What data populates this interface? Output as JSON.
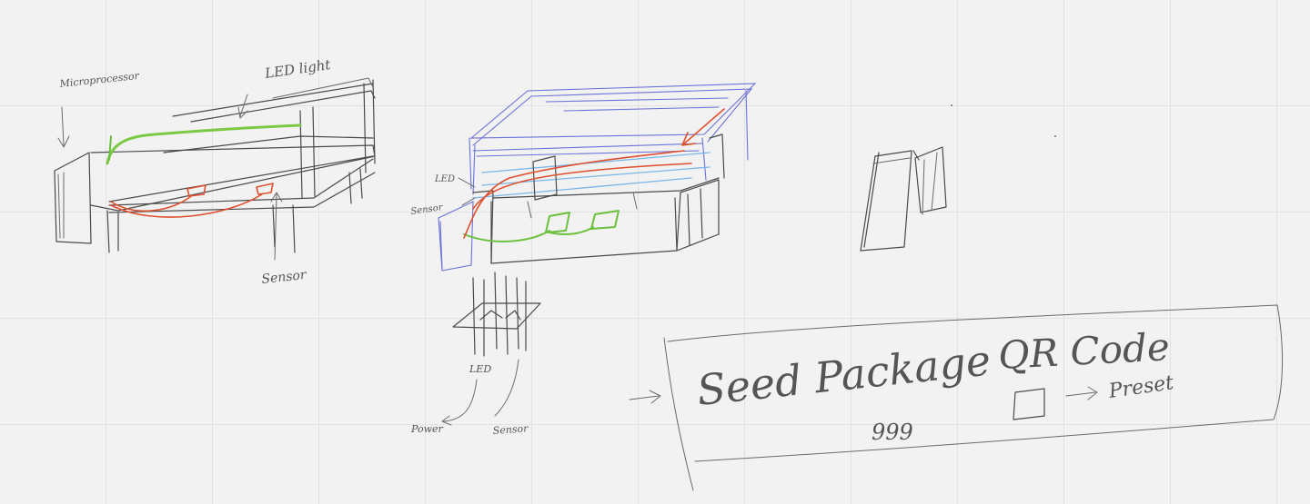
{
  "labels": {
    "microprocessor": "Microprocessor",
    "led_light": "LED light",
    "sensor_left": "Sensor",
    "led_mid": "LED",
    "sensor_mid": "Sensor",
    "led_bottom": "LED",
    "power": "Power",
    "sensor_bottom": "Sensor",
    "seed_package": "Seed Package",
    "qr_code": "QR Code",
    "count": "999",
    "preset": "Preset"
  },
  "colors": {
    "background": "#f2f2f2",
    "grid": "#e2e2e2",
    "pencil": "#4a4a4a",
    "red_wire": "#e0502e",
    "green_light": "#7ac943",
    "blue_outline": "#6a72d8",
    "light_blue": "#79b6ea"
  }
}
